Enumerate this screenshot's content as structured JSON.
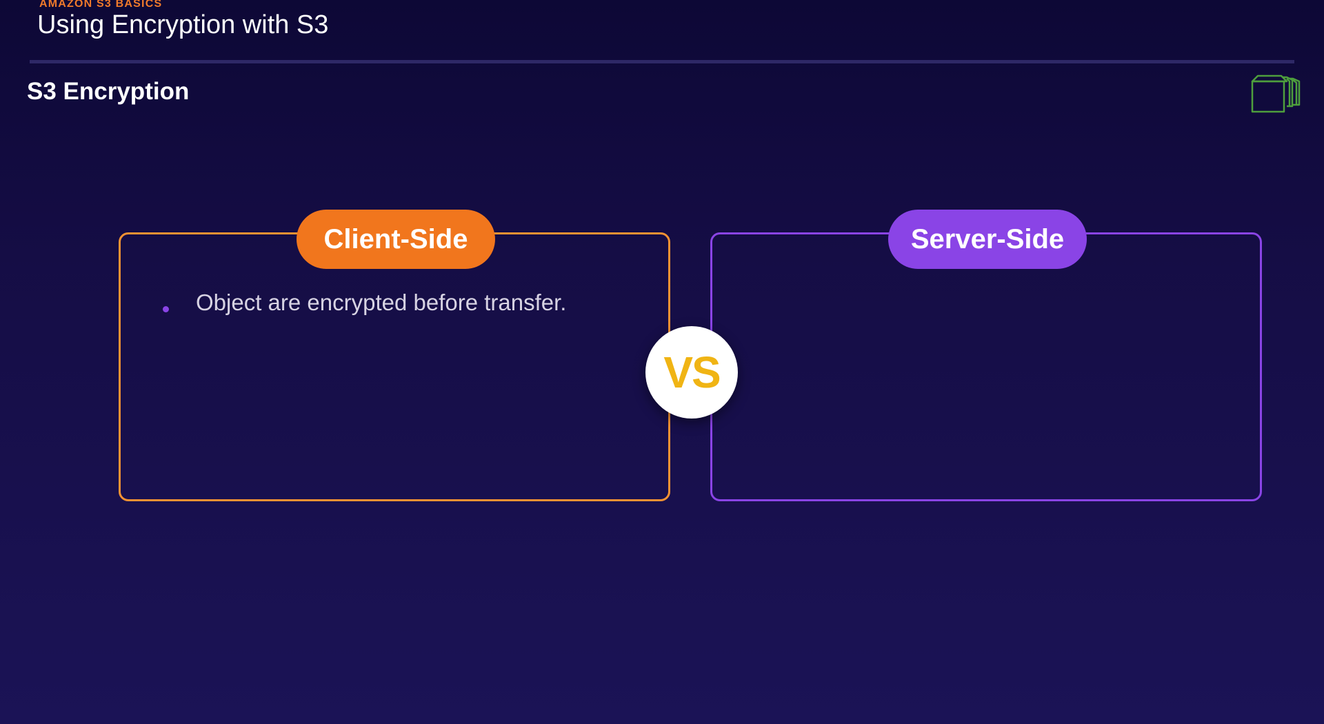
{
  "header": {
    "eyebrow": "AMAZON S3 BASICS",
    "title": "Using Encryption with S3"
  },
  "slide": {
    "section_title": "S3 Encryption",
    "corner_icon": "stacked-boxes-icon",
    "client_side": {
      "label": "Client-Side",
      "bullets": [
        "Object are encrypted before transfer."
      ]
    },
    "server_side": {
      "label": "Server-Side",
      "bullets": []
    },
    "vs_label": "VS"
  },
  "colors": {
    "eyebrow": "#f07a2b",
    "client_accent": "#f1761d",
    "client_border": "#f39233",
    "server_accent": "#8a44e6",
    "vs_text": "#f0b414",
    "icon_green": "#4e9f3d",
    "background_top": "#0d0836",
    "background_bottom": "#1b1356"
  }
}
